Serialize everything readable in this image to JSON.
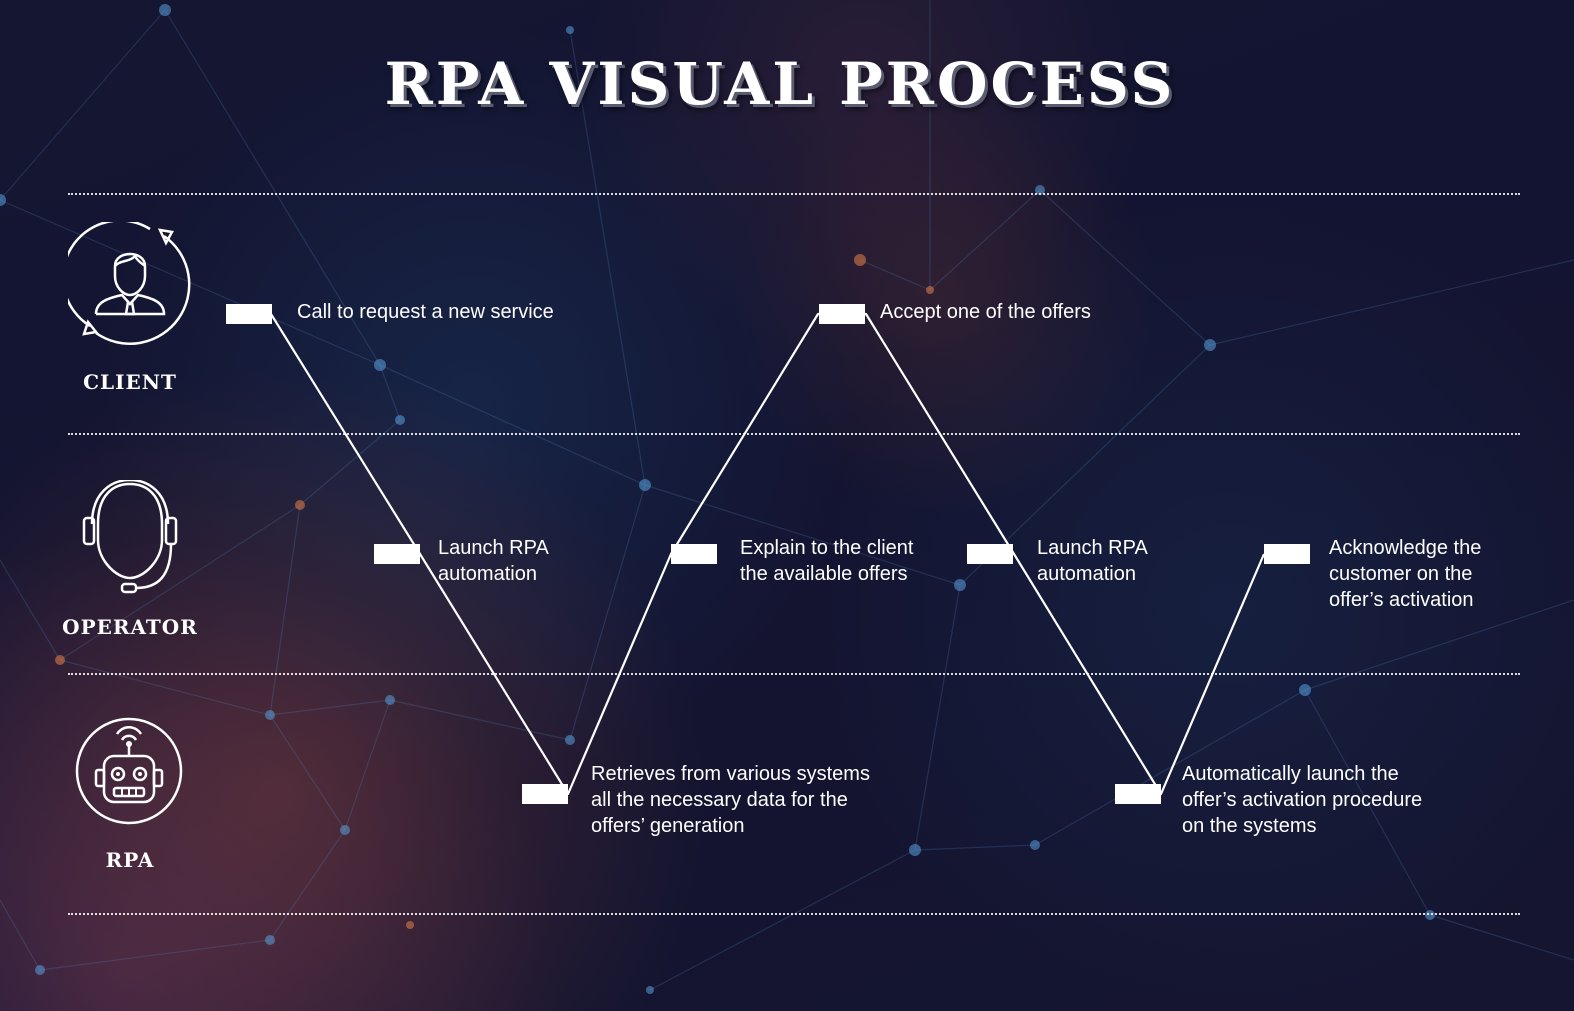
{
  "title": "RPA VISUAL PROCESS",
  "lanes": [
    {
      "label": "CLIENT",
      "icon": "client-person-icon"
    },
    {
      "label": "OPERATOR",
      "icon": "operator-headset-icon"
    },
    {
      "label": "RPA",
      "icon": "robot-icon"
    }
  ],
  "steps": [
    {
      "lane": "CLIENT",
      "text": "Call to request a new service"
    },
    {
      "lane": "OPERATOR",
      "text": "Launch RPA\nautomation"
    },
    {
      "lane": "RPA",
      "text": "Retrieves from various systems\nall the necessary data for the\noffers’ generation"
    },
    {
      "lane": "OPERATOR",
      "text": "Explain to the client\nthe available offers"
    },
    {
      "lane": "CLIENT",
      "text": "Accept one of the offers"
    },
    {
      "lane": "OPERATOR",
      "text": "Launch RPA\nautomation"
    },
    {
      "lane": "RPA",
      "text": "Automatically launch the\noffer’s activation procedure\non the systems"
    },
    {
      "lane": "OPERATOR",
      "text": "Acknowledge the\ncustomer on the\noffer’s activation"
    }
  ],
  "colors": {
    "background": "#141632",
    "foreground": "#ffffff"
  }
}
